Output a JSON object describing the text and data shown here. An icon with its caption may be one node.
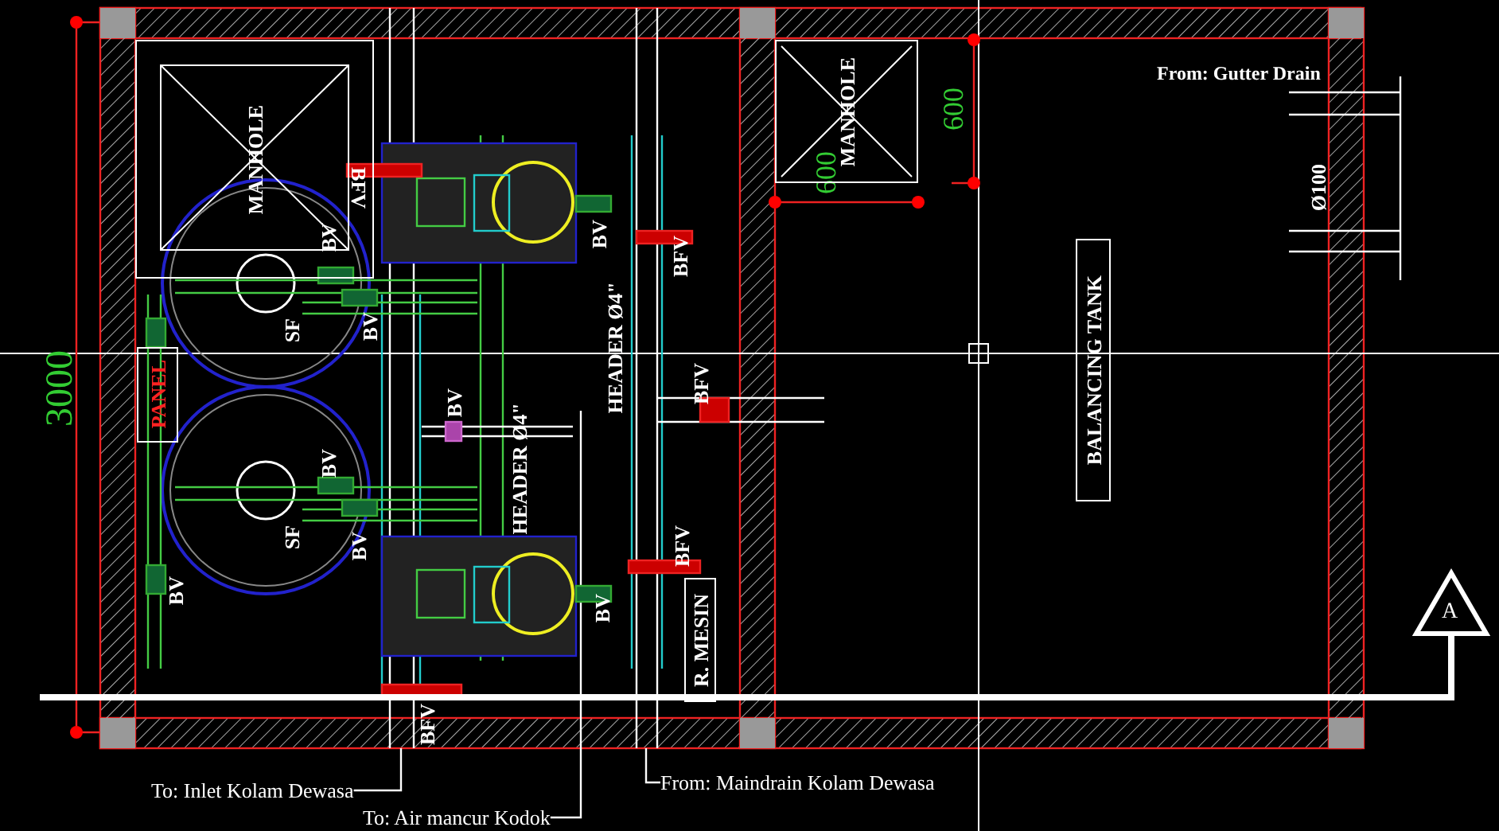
{
  "diagram": {
    "nodes": [
      {
        "text": [
          "MANHOLE"
        ]
      },
      {
        "text": [
          "MANHOLE"
        ]
      },
      {
        "text": [
          "SF"
        ]
      },
      {
        "text": [
          "BALANCING TANK"
        ]
      },
      {
        "text": [
          "PANEL"
        ]
      },
      {
        "text": [
          "SF"
        ]
      },
      {
        "text": [
          "R. MESIN"
        ]
      },
      {
        "text": [
          "To: Inlet Kolam Dewasa"
        ]
      },
      {
        "text": [
          "To: Air mancur Kodok"
        ]
      },
      {
        "text": [
          "From: Maindrain Kolam Dewasa"
        ]
      }
    ],
    "edges": [
      {
        "from": 7,
        "to": null,
        "arrow": "none"
      },
      {
        "from": 8,
        "to": null,
        "arrow": "none"
      },
      {
        "from": 9,
        "to": null,
        "arrow": "none"
      }
    ],
    "labels": [
      "From: Gutter Drain",
      "600",
      "Ø100",
      "BFV",
      "600",
      "BV",
      "BV",
      "BFV",
      "BV",
      "HEADER Ø4\"",
      "3000",
      "BFV",
      "BV",
      "HEADER Ø4\"",
      "BV",
      "BV",
      "BFV",
      "BV",
      "BV",
      "A",
      "BFV"
    ]
  }
}
